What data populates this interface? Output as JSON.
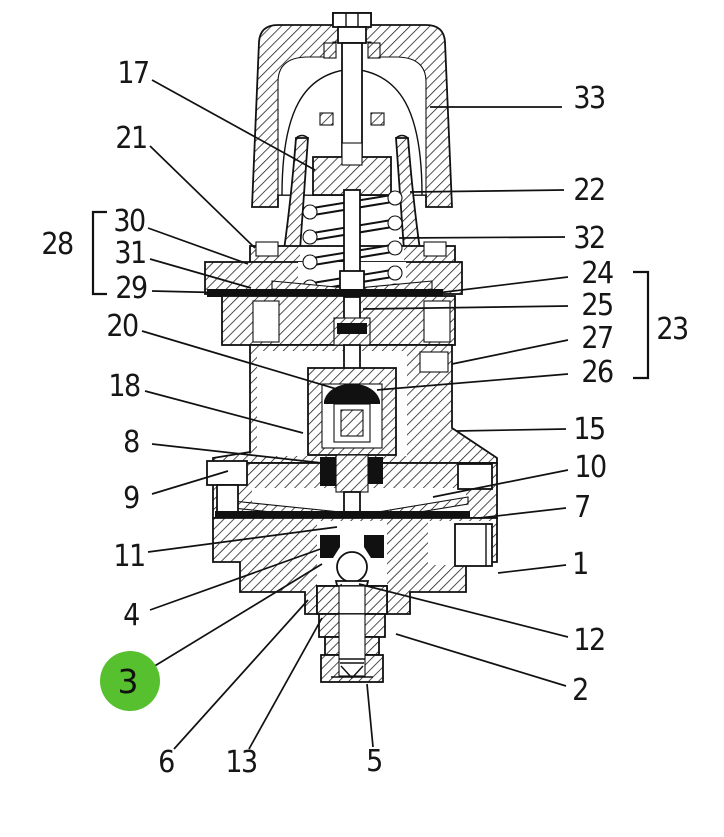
{
  "figure": {
    "kind": "valve cross-section parts diagram",
    "labels": {
      "l1": "1",
      "l2": "2",
      "l3": "3",
      "l4": "4",
      "l5": "5",
      "l6": "6",
      "l7": "7",
      "l8": "8",
      "l9": "9",
      "l10": "10",
      "l11": "11",
      "l12": "12",
      "l13": "13",
      "l15": "15",
      "l17": "17",
      "l18": "18",
      "l20": "20",
      "l21": "21",
      "l22": "22",
      "l23": "23",
      "l24": "24",
      "l25": "25",
      "l26": "26",
      "l27": "27",
      "l28": "28",
      "l29": "29",
      "l30": "30",
      "l31": "31",
      "l32": "32",
      "l33": "33"
    },
    "groups": {
      "bracket_left": {
        "label": "28",
        "members": "30 31 29"
      },
      "bracket_right": {
        "label": "23",
        "members": "24 25 27 26"
      }
    },
    "highlight": {
      "label": "3",
      "color": "#57c02e"
    }
  }
}
